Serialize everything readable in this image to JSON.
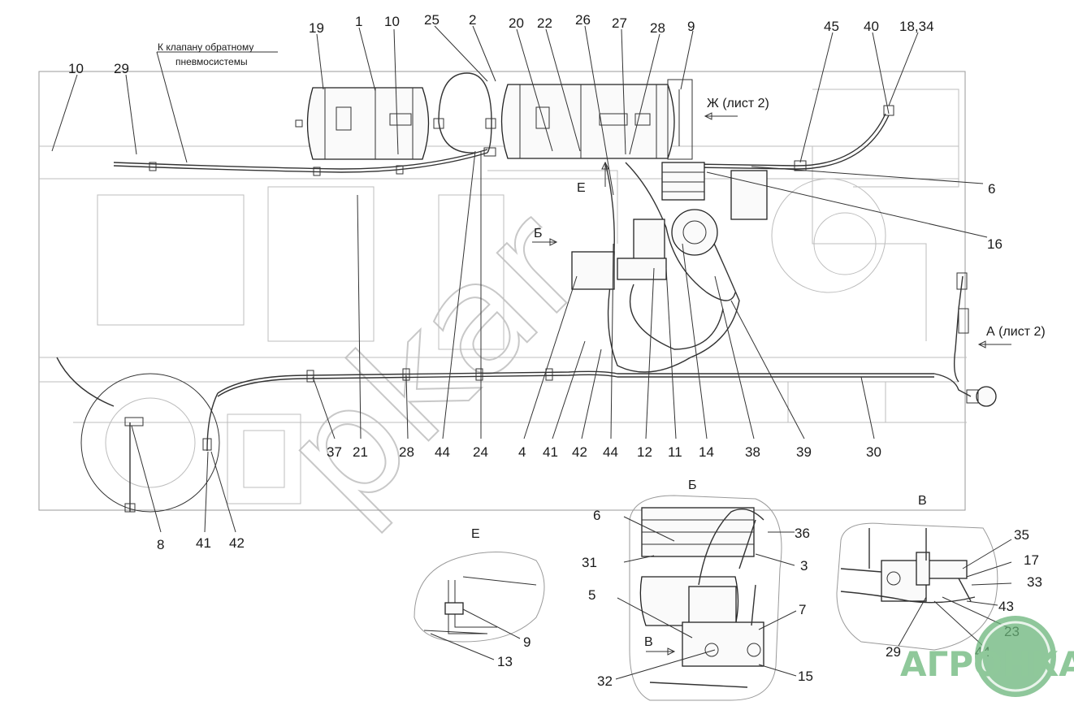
{
  "callouts_top": [
    "10",
    "29",
    "19",
    "1",
    "10",
    "25",
    "2",
    "20",
    "22",
    "26",
    "27",
    "28",
    "9",
    "45",
    "40",
    "18,34"
  ],
  "callouts_right": [
    "6",
    "16"
  ],
  "callouts_bottom": [
    "37",
    "21",
    "28",
    "44",
    "24",
    "4",
    "41",
    "42",
    "44",
    "12",
    "11",
    "14",
    "38",
    "39",
    "30"
  ],
  "callouts_left_bottom": [
    "8",
    "41",
    "42"
  ],
  "annotations": {
    "valve_note_line1": "К клапану обратному",
    "valve_note_line2": "пневмосистемы",
    "view_zh": "Ж (лист 2)",
    "view_a": "А (лист 2)",
    "view_b_arrow": "Б",
    "view_e_arrow": "Е"
  },
  "detail_e": {
    "title": "Е",
    "callouts": [
      "9",
      "13"
    ]
  },
  "detail_b": {
    "title": "Б",
    "callouts_left": [
      "6",
      "31",
      "5",
      "32"
    ],
    "callouts_right": [
      "36",
      "3",
      "7",
      "15"
    ],
    "view_arrow": "В"
  },
  "detail_v": {
    "title": "В",
    "callouts": [
      "35",
      "17",
      "33",
      "43",
      "23",
      "29",
      "44"
    ]
  },
  "watermark": "pkar",
  "logo": "АГРОНКА",
  "colors": {
    "line": "#333333",
    "faint": "#bdbdbd",
    "logo_green": "#6ab47a",
    "watermark": "#c8c8c8"
  }
}
